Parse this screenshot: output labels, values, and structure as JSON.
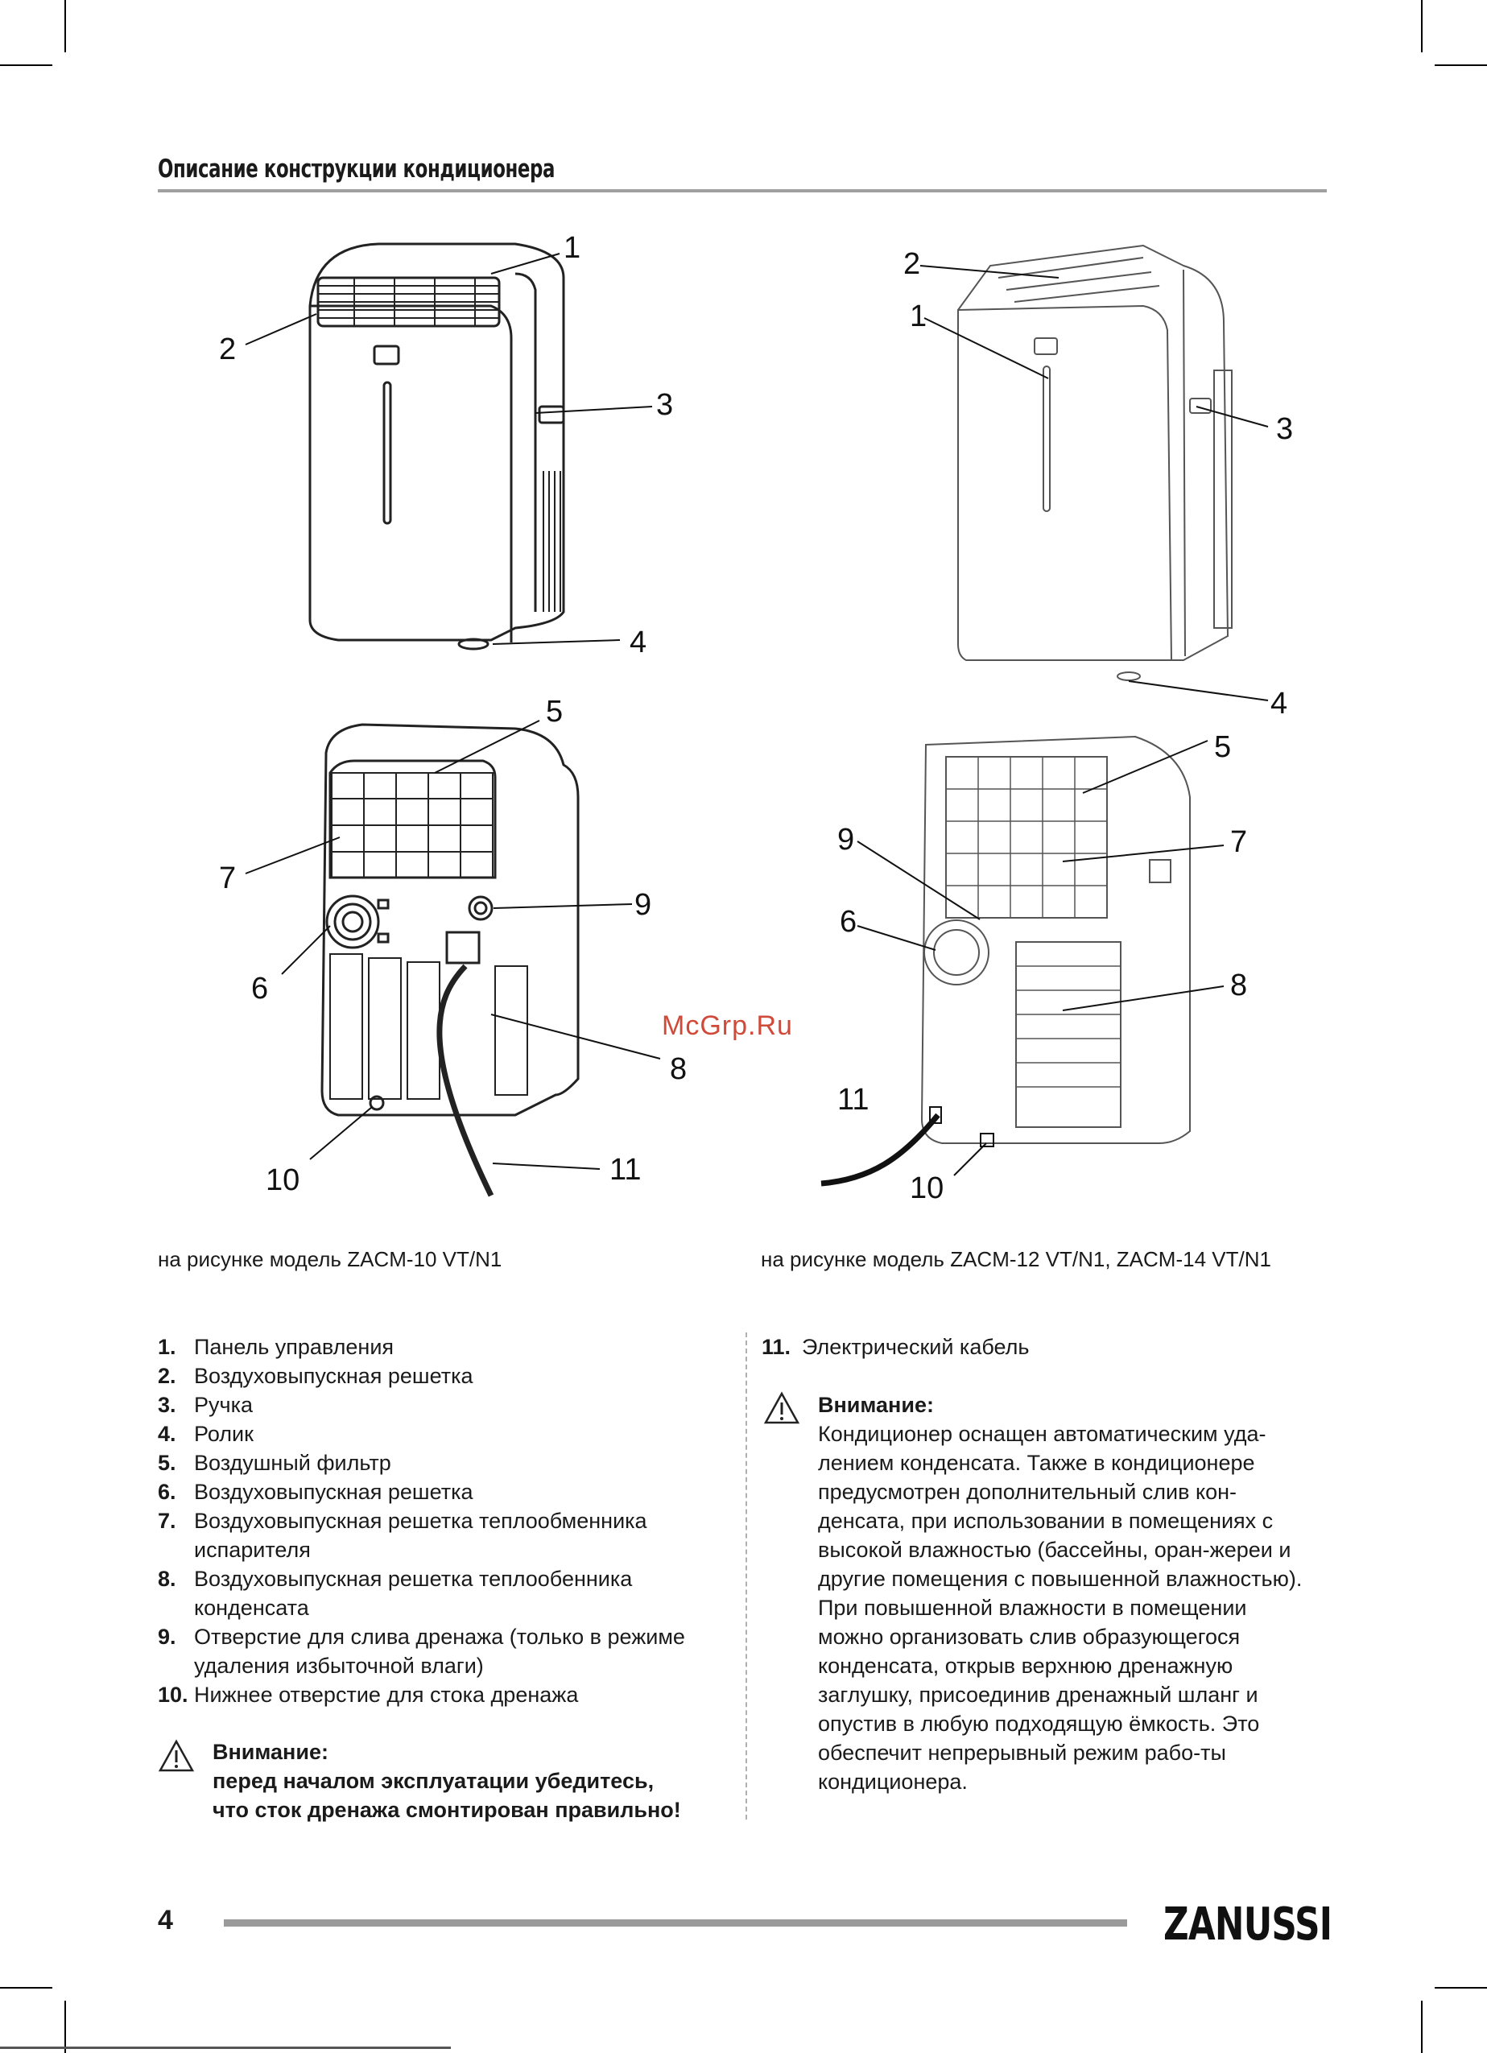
{
  "title": "Описание конструкции кондиционера",
  "figure_labels": [
    "1",
    "2",
    "3",
    "4",
    "5",
    "6",
    "7",
    "8",
    "9",
    "10",
    "11"
  ],
  "captions": {
    "left": "на рисунке модель ZACM-10 VT/N1",
    "right": "на рисунке модель ZACM-12 VT/N1, ZACM-14 VT/N1"
  },
  "watermark": "McGrp.Ru",
  "parts_list": [
    {
      "num": "1.",
      "text": "Панель управления"
    },
    {
      "num": "2.",
      "text": "Воздуховыпускная решетка"
    },
    {
      "num": "3.",
      "text": "Ручка"
    },
    {
      "num": "4.",
      "text": "Ролик"
    },
    {
      "num": "5.",
      "text": "Воздушный фильтр"
    },
    {
      "num": "6.",
      "text": "Воздуховыпускная решетка"
    },
    {
      "num": "7.",
      "text": "Воздуховыпускная решетка теплообменника испарителя"
    },
    {
      "num": "8.",
      "text": "Воздуховыпускная решетка теплообенника конденсата"
    },
    {
      "num": "9.",
      "text": "Отверстие для слива дренажа (только в режиме удаления избыточной влаги)"
    },
    {
      "num": "10.",
      "text": "Нижнее отверстие для стока дренажа"
    },
    {
      "num": "11.",
      "text": "Электрический кабель"
    }
  ],
  "warning_left": {
    "title": "Внимание:",
    "line1": "перед началом эксплуатации убедитесь,",
    "line2": "что сток дренажа смонтирован правильно!"
  },
  "warning_right": {
    "title": "Внимание:",
    "p1": "Кондиционер оснащен автоматическим уда-лением конденсата. Также в кондиционере предусмотрен дополнительный слив кон-денсата, при использовании в помещениях с высокой влажностью (бассейны, оран-жереи и другие помещения с повышенной влажностью).",
    "p2": "При повышенной влажности в помещении можно организовать слив образующегося конденсата, открыв верхнюю дренажную заглушку, присоединив дренажный шланг и опустив в любую подходящую ёмкость. Это обеспечит непрерывный режим рабо-ты кондиционера."
  },
  "page_number": "4",
  "brand": "ZANUSSI"
}
